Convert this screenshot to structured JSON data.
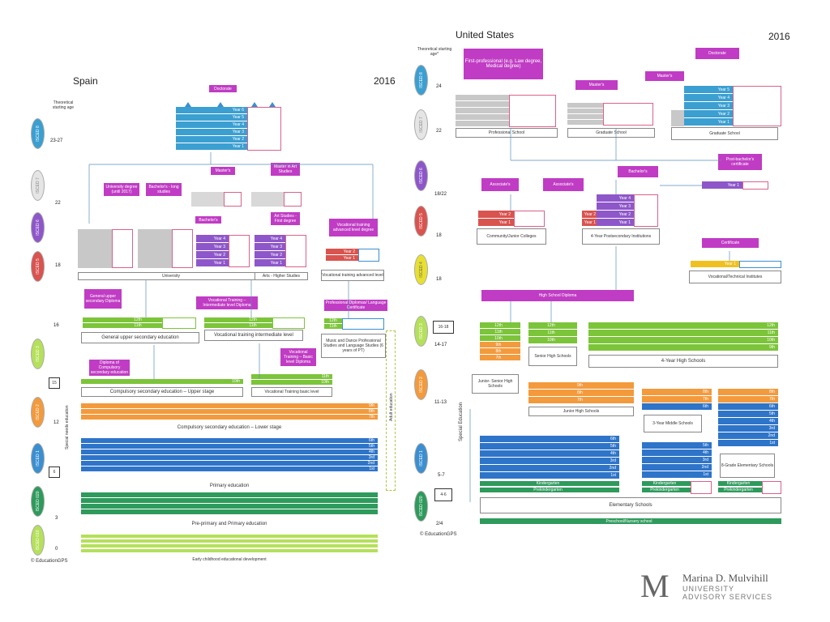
{
  "spain": {
    "country": "Spain",
    "year": "2016",
    "theoretical_age": "Theoretical starting age",
    "ages": [
      "23-27",
      "22",
      "18",
      "16",
      "12",
      "3",
      "0"
    ],
    "isced": [
      "ISCED 8",
      "ISCED 7",
      "ISCED 6",
      "ISCED 5",
      "ISCED 3",
      "ISCED 2",
      "ISCED 1",
      "ISCED 020",
      "ISCED 010"
    ],
    "labels": {
      "doctorate": "Doctorate",
      "masters": "Master's",
      "master_art": "Master in Art Studies",
      "univ_degree": "University degree (until 2017)",
      "bachelor_long": "Bachelor's - long studies",
      "bachelor": "Bachelor's",
      "art_first": "Art Studies - First degree",
      "voc_adv_degree": "Vocational training advanced level degree",
      "gen_upper_diploma": "General upper secondary Diploma",
      "voc_inter_diploma": "Vocational Training – Intermediate level Diploma",
      "prof_diploma": "Professional Diplomas/ Language Certificate",
      "comp_diploma": "Diploma of Compulsory secondary education",
      "voc_basic_diploma": "Vocational Training – Basic level Diploma"
    },
    "years": [
      "Year 6",
      "Year 5",
      "Year 4",
      "Year 3",
      "Year 2",
      "Year 1"
    ],
    "grades": {
      "g12": "12th",
      "g11": "11th",
      "g10": "10th",
      "g9": "9th",
      "g8": "8th",
      "g7": "7th",
      "g6": "6th",
      "g5": "5th",
      "g4": "4th",
      "g3": "3rd",
      "g2": "2nd",
      "g1": "1st"
    },
    "boxes": {
      "university": "University",
      "arts_higher": "Arts - Higher Studies",
      "voc_adv": "Vocational training advanced level",
      "gen_upper": "General upper secondary education",
      "voc_inter": "Vocational training intermediate level",
      "music": "Music and Dance Professional Studies and Language Studies (6 years of PT)",
      "comp_upper": "Compulsory secondary education – Upper stage",
      "voc_basic": "Vocational Training basic level",
      "comp_lower": "Compulsory secondary education – Lower stage",
      "primary": "Primary education",
      "pre_primary": "Pre-primary and Primary education",
      "early": "Early childhood educational development",
      "special_needs": "Special needs education",
      "adult": "Adult education"
    },
    "age_marks": [
      "15",
      "6"
    ],
    "credit": "© EducationGPS"
  },
  "us": {
    "country": "United States",
    "year": "2016",
    "theoretical_age": "Theoretical starting age*",
    "ages": [
      "24",
      "22",
      "18/22",
      "18",
      "18",
      "14-17",
      "11-13",
      "5-7",
      "2/4"
    ],
    "isced": [
      "ISCED 8",
      "ISCED 7",
      "ISCED 6",
      "ISCED 5",
      "ISCED 4",
      "ISCED 3",
      "ISCED 2",
      "ISCED 1",
      "ISCED 020"
    ],
    "labels": {
      "first_prof": "First-professional (e.g. Law degree, Medical degree)",
      "masters": "Master's",
      "doctorate": "Doctorate",
      "post_bach": "Post-bachelor's certificate",
      "associates": "Associate's",
      "bachelor": "Bachelor's",
      "certificate": "Certificate",
      "hs_diploma": "High School Diploma"
    },
    "years": [
      "Year 5",
      "Year 4",
      "Year 3",
      "Year 2",
      "Year 1"
    ],
    "grades": {
      "g12": "12th",
      "g11": "11th",
      "g10": "10th",
      "g9": "9th",
      "g8": "8th",
      "g7": "7th",
      "g6": "6th",
      "g5": "5th",
      "g4": "4th",
      "g3": "3rd",
      "g2": "2nd",
      "g1": "1st"
    },
    "kindergarten": "Kindergarten",
    "prekindergarten": "Prekindergarten",
    "boxes": {
      "professional": "Professional School",
      "graduate1": "Graduate School",
      "graduate2": "Graduate School",
      "community": "Community/Junior Colleges",
      "four_year": "4-Year Postsecondary Institutions",
      "vocational": "Vocational/Technical Institutes",
      "junior_senior": "Junior- Senior High Schools",
      "senior_high": "Senior High Schools",
      "four_year_high": "4-Year High Schools",
      "junior_high": "Junior High Schools",
      "three_year_middle": "3-Year Middle Schools",
      "eight_grade": "8-Grade Elementary Schools",
      "elementary": "Elementary Schools",
      "preschool": "Preschool/Nursery school",
      "special": "Special Education"
    },
    "age_marks": [
      "16-18",
      "4-6"
    ],
    "credit": "© EducationGPS"
  },
  "brand": {
    "logo_letter": "M",
    "name": "Marina D. Mulvihill",
    "line1": "UNIVERSITY",
    "line2": "ADVISORY SERVICES"
  },
  "colors": {
    "doctorate": "#3b9fd1",
    "master": "#8e57c9",
    "grey": "#c8c8c8",
    "vocational": "#d9534f",
    "green": "#7cc43a",
    "orange": "#f39a3d",
    "blue": "#2e74c9",
    "teal": "#2e9a5c",
    "lime": "#b5e05a",
    "label": "#c03cc4",
    "certificate_bar": "#f0c020"
  }
}
